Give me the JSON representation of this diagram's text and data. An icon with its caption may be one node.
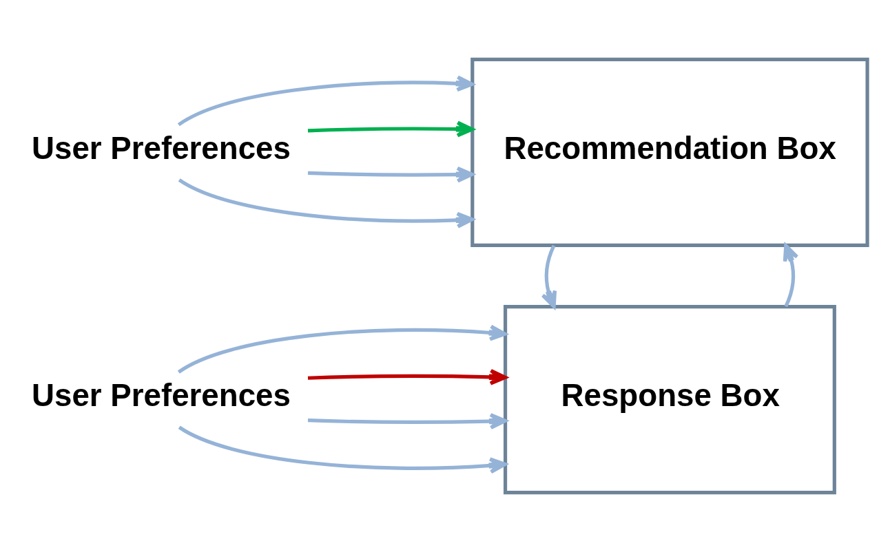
{
  "diagram": {
    "nodes": [
      {
        "text": [
          "User Preferences"
        ]
      },
      {
        "text": [
          "Response Box"
        ]
      },
      {
        "text": [
          "User Preferences"
        ]
      },
      {
        "text": [
          "Recommendation Box"
        ]
      }
    ],
    "edges": [
      {
        "from": 0,
        "to": 1,
        "arrow": "to"
      },
      {
        "from": 0,
        "to": 1,
        "arrow": "to"
      },
      {
        "from": 0,
        "to": 1,
        "arrow": "to",
        "color": "#c00000"
      },
      {
        "from": 0,
        "to": 1,
        "arrow": "to"
      },
      {
        "from": 1,
        "to": 3,
        "arrow": "to"
      },
      {
        "from": 3,
        "to": 1,
        "arrow": "to"
      },
      {
        "from": 2,
        "to": 3,
        "arrow": "to"
      },
      {
        "from": 2,
        "to": 3,
        "arrow": "to"
      },
      {
        "from": 2,
        "to": 3,
        "arrow": "to",
        "color": "#00b050"
      },
      {
        "from": 2,
        "to": 3,
        "arrow": "to"
      }
    ]
  }
}
